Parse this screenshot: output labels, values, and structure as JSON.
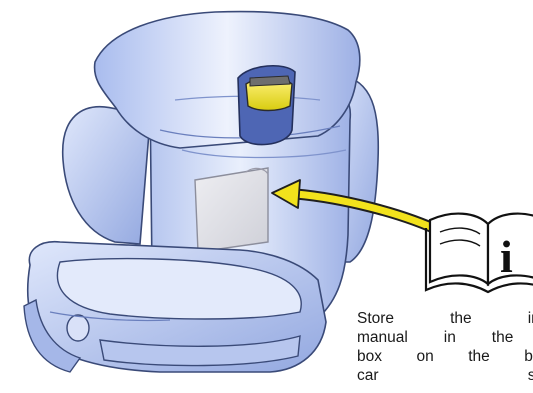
{
  "illustration": {
    "subject": "child car seat (booster) with instruction manual storage pocket",
    "manual_icon_letter": "i",
    "colors": {
      "seat_body": "#c8d6f4",
      "seat_outline": "#3a4a78",
      "storage_box": "#e0e0e6",
      "arrow": "#f2e21c",
      "clip": "#e8e020"
    }
  },
  "caption": {
    "lines": [
      "Store the instr",
      "manual in the s",
      "box on the back",
      "car seat"
    ]
  }
}
